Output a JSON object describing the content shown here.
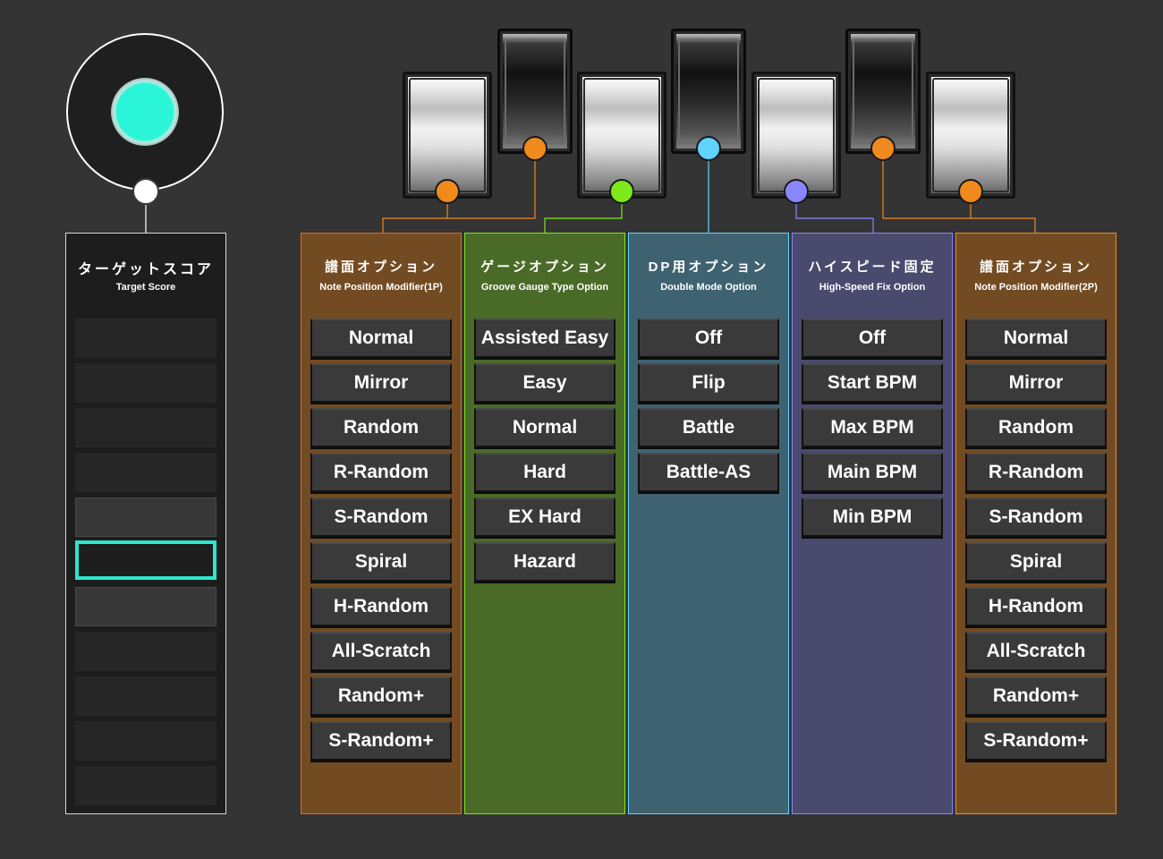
{
  "colors": {
    "accent_teal": "#2de6cf",
    "orange": "#f08a1d",
    "green": "#7de81a",
    "cyan": "#5fd4ff",
    "violet": "#8a86ff"
  },
  "turntable": {
    "icon": "turntable-disc-icon"
  },
  "keys": [
    {
      "type": "white",
      "dot_color": "#f08a1d"
    },
    {
      "type": "black",
      "dot_color": "#f08a1d"
    },
    {
      "type": "white",
      "dot_color": "#7de81a"
    },
    {
      "type": "black",
      "dot_color": "#5fd4ff"
    },
    {
      "type": "white",
      "dot_color": "#8a86ff"
    },
    {
      "type": "black",
      "dot_color": "#f08a1d"
    },
    {
      "type": "white",
      "dot_color": "#f08a1d"
    }
  ],
  "target": {
    "title": "ターゲットスコア",
    "subtitle": "Target Score",
    "slot_count": 11,
    "selected_index": 5
  },
  "columns": [
    {
      "title": "譜面オプション",
      "subtitle": "Note Position Modifier(1P)",
      "options": [
        "Normal",
        "Mirror",
        "Random",
        "R-Random",
        "S-Random",
        "Spiral",
        "H-Random",
        "All-Scratch",
        "Random+",
        "S-Random+"
      ]
    },
    {
      "title": "ゲージオプション",
      "subtitle": "Groove Gauge Type Option",
      "options": [
        "Assisted Easy",
        "Easy",
        "Normal",
        "Hard",
        "EX Hard",
        "Hazard"
      ]
    },
    {
      "title": "DP用オプション",
      "subtitle": "Double Mode Option",
      "options": [
        "Off",
        "Flip",
        "Battle",
        "Battle-AS"
      ]
    },
    {
      "title": "ハイスピード固定",
      "subtitle": "High-Speed Fix Option",
      "options": [
        "Off",
        "Start BPM",
        "Max BPM",
        "Main BPM",
        "Min BPM"
      ]
    },
    {
      "title": "譜面オプション",
      "subtitle": "Note Position Modifier(2P)",
      "options": [
        "Normal",
        "Mirror",
        "Random",
        "R-Random",
        "S-Random",
        "Spiral",
        "H-Random",
        "All-Scratch",
        "Random+",
        "S-Random+"
      ]
    }
  ]
}
